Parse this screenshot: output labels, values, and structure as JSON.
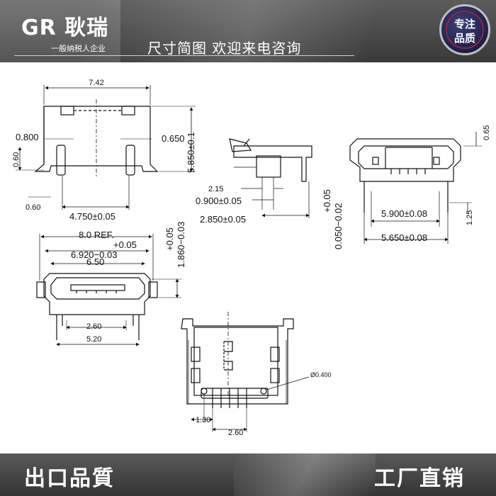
{
  "header": {
    "brand": "GR 耿瑞",
    "brand_sub": "一般纳税人企业",
    "headline": "尺寸简图 欢迎来电咨询",
    "badge": {
      "line1": "专注",
      "line2": "品质"
    }
  },
  "dimensions": {
    "top_left": {
      "width": "7.42",
      "left_offset": "0.800",
      "right_offset": "0.650",
      "pin_height": "0.60",
      "bottom_gap": "0.60",
      "pitch": "4.750±0.05",
      "height": "5.850±0.1"
    },
    "top_mid": {
      "pin_a": "2.15",
      "pin_b": "0.900±0.05",
      "length": "2.850±0.05"
    },
    "top_right": {
      "top": "0.65",
      "tol_plus": "+0.05",
      "tol_value": "0.050−0.02",
      "inner_width": "5.900±0.08",
      "outer_width": "5.650±0.08",
      "leg": "1.25"
    },
    "front": {
      "ref": "8.0 REF.",
      "tol_a": "+0.05",
      "width_a": "6.920−0.03",
      "width_b": "6.50",
      "height_tol": "+0.05",
      "height": "1.860−0.03",
      "pin_pitch": "2.60",
      "leg_pitch": "5.20"
    },
    "bottom": {
      "hole": "Ø0.400",
      "left_gap": "1.30",
      "pin_span": "2.60"
    }
  },
  "footer": {
    "left": "出口品質",
    "right": "工厂直销"
  }
}
